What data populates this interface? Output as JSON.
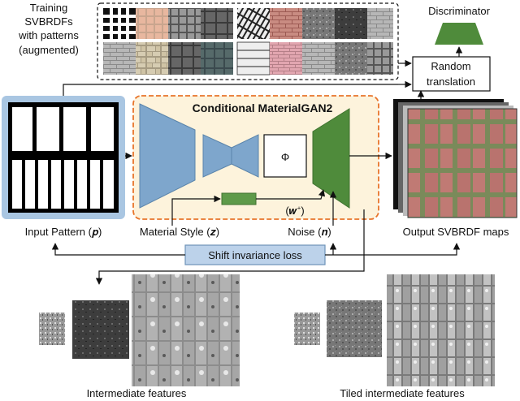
{
  "training": {
    "line1": "Training",
    "line2": "SVBRDFs",
    "line3": "with patterns",
    "line4": "(augmented)"
  },
  "discriminator": "Discriminator",
  "random_translation": {
    "line1": "Random",
    "line2": "translation"
  },
  "generator_title": "Conditional MaterialGAN2",
  "phi_symbol": "Φ",
  "w_plus": "(𝒘⁺)",
  "input_pattern": "Input Pattern (𝒑)",
  "material_style": "Material Style (𝒛)",
  "noise": "Noise (𝒏)",
  "output_maps": "Output SVBRDF maps",
  "shift_loss": "Shift invariance loss",
  "intermediate": "Intermediate features",
  "tiled_intermediate": "Tiled intermediate features",
  "colors": {
    "input_blue": "#a9c6e2",
    "generator_bg": "#fdf3dc",
    "generator_border": "#e8742a",
    "encoder_blue": "#7ea6cc",
    "decoder_green": "#4f8b3b",
    "style_bar": "#5e9a49",
    "loss_box": "#bcd2ea",
    "discriminator": "#4f8b3b"
  }
}
